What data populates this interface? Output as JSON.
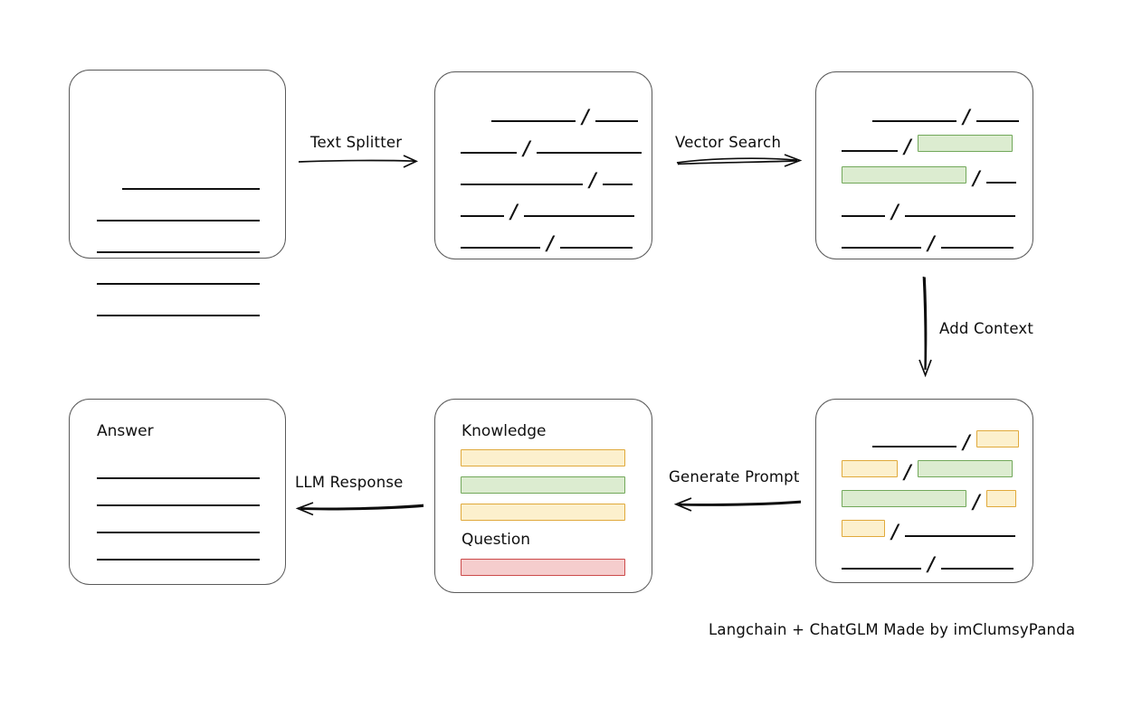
{
  "diagram": {
    "caption": "Langchain + ChatGLM Made by imClumsyPanda",
    "colors": {
      "green_fill": "#dcecd0",
      "green_border": "#72a85a",
      "yellow_fill": "#fcf0cd",
      "yellow_border": "#e0a93b",
      "red_fill": "#f5cdcd",
      "red_border": "#cc4b4b",
      "card_border": "#5a5a5a",
      "ink": "#0d0d0d"
    },
    "arrows": [
      {
        "id": "text-splitter",
        "label": "Text Splitter",
        "direction": "right"
      },
      {
        "id": "vector-search",
        "label": "Vector Search",
        "direction": "right"
      },
      {
        "id": "add-context",
        "label": "Add Context",
        "direction": "down"
      },
      {
        "id": "generate-prompt",
        "label": "Generate Prompt",
        "direction": "left"
      },
      {
        "id": "llm-response",
        "label": "LLM Response",
        "direction": "left"
      }
    ],
    "cards": [
      {
        "id": "source-document",
        "title": "",
        "rows": [
          {
            "items": [
              {
                "type": "line",
                "w": 152
              }
            ],
            "indent": 58
          },
          {
            "items": [
              {
                "type": "line",
                "w": 180
              }
            ],
            "indent": 30
          },
          {
            "items": [
              {
                "type": "line",
                "w": 180
              }
            ],
            "indent": 30
          },
          {
            "items": [
              {
                "type": "line",
                "w": 180
              }
            ],
            "indent": 30
          },
          {
            "items": [
              {
                "type": "line",
                "w": 180
              }
            ],
            "indent": 30
          }
        ]
      },
      {
        "id": "split-chunks",
        "title": "",
        "rows": [
          {
            "items": [
              {
                "type": "line",
                "w": 93
              },
              {
                "type": "slash"
              },
              {
                "type": "line",
                "w": 47
              }
            ],
            "indent": 62
          },
          {
            "items": [
              {
                "type": "line",
                "w": 62
              },
              {
                "type": "slash"
              },
              {
                "type": "line",
                "w": 116
              }
            ],
            "indent": 28
          },
          {
            "items": [
              {
                "type": "line",
                "w": 135
              },
              {
                "type": "slash"
              },
              {
                "type": "line",
                "w": 33
              }
            ],
            "indent": 28
          },
          {
            "items": [
              {
                "type": "line",
                "w": 48
              },
              {
                "type": "slash"
              },
              {
                "type": "line",
                "w": 122
              }
            ],
            "indent": 28
          },
          {
            "items": [
              {
                "type": "line",
                "w": 88
              },
              {
                "type": "slash"
              },
              {
                "type": "line",
                "w": 80
              }
            ],
            "indent": 28
          }
        ]
      },
      {
        "id": "vector-matched-chunks",
        "title": "",
        "rows": [
          {
            "items": [
              {
                "type": "line",
                "w": 93
              },
              {
                "type": "slash"
              },
              {
                "type": "line",
                "w": 47
              }
            ],
            "indent": 62
          },
          {
            "items": [
              {
                "type": "line",
                "w": 62
              },
              {
                "type": "slash"
              },
              {
                "type": "chip",
                "color": "green",
                "w": 105
              }
            ],
            "indent": 28
          },
          {
            "items": [
              {
                "type": "chip",
                "color": "green",
                "w": 138
              },
              {
                "type": "slash"
              },
              {
                "type": "line",
                "w": 33
              }
            ],
            "indent": 28
          },
          {
            "items": [
              {
                "type": "line",
                "w": 48
              },
              {
                "type": "slash"
              },
              {
                "type": "line",
                "w": 122
              }
            ],
            "indent": 28
          },
          {
            "items": [
              {
                "type": "line",
                "w": 88
              },
              {
                "type": "slash"
              },
              {
                "type": "line",
                "w": 80
              }
            ],
            "indent": 28
          }
        ]
      },
      {
        "id": "context-chunks",
        "title": "",
        "rows": [
          {
            "items": [
              {
                "type": "line",
                "w": 93
              },
              {
                "type": "slash"
              },
              {
                "type": "chip",
                "color": "yellow",
                "w": 47
              }
            ],
            "indent": 62
          },
          {
            "items": [
              {
                "type": "chip",
                "color": "yellow",
                "w": 62
              },
              {
                "type": "slash"
              },
              {
                "type": "chip",
                "color": "green",
                "w": 105
              }
            ],
            "indent": 28
          },
          {
            "items": [
              {
                "type": "chip",
                "color": "green",
                "w": 138
              },
              {
                "type": "slash"
              },
              {
                "type": "chip",
                "color": "yellow",
                "w": 33
              }
            ],
            "indent": 28
          },
          {
            "items": [
              {
                "type": "chip",
                "color": "yellow",
                "w": 48
              },
              {
                "type": "slash"
              },
              {
                "type": "line",
                "w": 122
              }
            ],
            "indent": 28
          },
          {
            "items": [
              {
                "type": "line",
                "w": 88
              },
              {
                "type": "slash"
              },
              {
                "type": "line",
                "w": 80
              }
            ],
            "indent": 28
          }
        ]
      },
      {
        "id": "prompt",
        "title": "Knowledge",
        "subtitle": "Question",
        "rows": [
          {
            "items": [
              {
                "type": "chip",
                "color": "yellow",
                "w": 182
              }
            ],
            "indent": 28
          },
          {
            "items": [
              {
                "type": "chip",
                "color": "green",
                "w": 182
              }
            ],
            "indent": 28
          },
          {
            "items": [
              {
                "type": "chip",
                "color": "yellow",
                "w": 182
              }
            ],
            "indent": 28
          },
          {
            "items": [
              {
                "type": "chip",
                "color": "red",
                "w": 182
              }
            ],
            "indent": 28
          }
        ]
      },
      {
        "id": "answer",
        "title": "Answer",
        "rows": [
          {
            "items": [
              {
                "type": "line",
                "w": 180
              }
            ],
            "indent": 30
          },
          {
            "items": [
              {
                "type": "line",
                "w": 180
              }
            ],
            "indent": 30
          },
          {
            "items": [
              {
                "type": "line",
                "w": 180
              }
            ],
            "indent": 30
          },
          {
            "items": [
              {
                "type": "line",
                "w": 180
              }
            ],
            "indent": 30
          }
        ]
      }
    ]
  }
}
